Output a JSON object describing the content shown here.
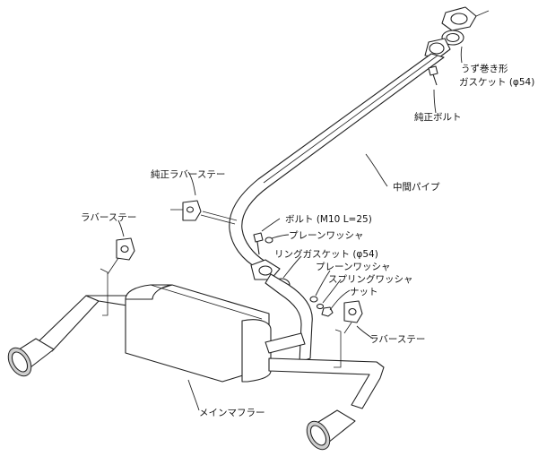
{
  "labels": {
    "gasket_spiral_l1": "うず巻き形",
    "gasket_spiral_l2": "ガスケット (φ54)",
    "genuine_bolt": "純正ボルト",
    "center_pipe": "中間パイプ",
    "genuine_rubber_stay": "純正ラバーステー",
    "rubber_stay_left": "ラバーステー",
    "bolt_m10": "ボルト (M10 L=25)",
    "plain_washer_1": "プレーンワッシャ",
    "ring_gasket": "リングガスケット (φ54)",
    "plain_washer_2": "プレーンワッシャ",
    "spring_washer": "スプリングワッシャ",
    "nut": "ナット",
    "rubber_stay_right": "ラバーステー",
    "main_muffler": "メインマフラー"
  }
}
